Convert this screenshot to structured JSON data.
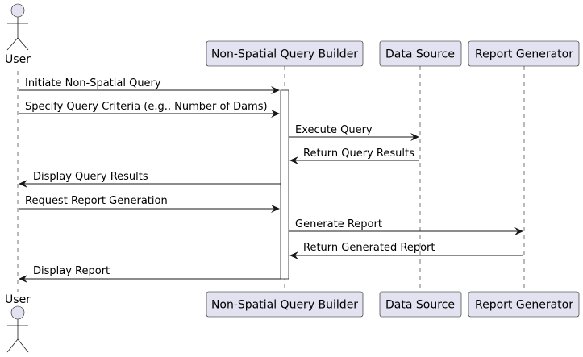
{
  "participants": [
    {
      "id": "user",
      "kind": "actor",
      "label": "User"
    },
    {
      "id": "qb",
      "kind": "participant",
      "label": "Non-Spatial Query Builder"
    },
    {
      "id": "ds",
      "kind": "participant",
      "label": "Data Source"
    },
    {
      "id": "rg",
      "kind": "participant",
      "label": "Report Generator"
    }
  ],
  "messages": [
    {
      "from": "user",
      "to": "qb",
      "label": "Initiate Non-Spatial Query"
    },
    {
      "from": "user",
      "to": "qb",
      "label": "Specify Query Criteria (e.g., Number of Dams)"
    },
    {
      "from": "qb",
      "to": "ds",
      "label": "Execute Query"
    },
    {
      "from": "ds",
      "to": "qb",
      "label": "Return Query Results"
    },
    {
      "from": "qb",
      "to": "user",
      "label": "Display Query Results"
    },
    {
      "from": "user",
      "to": "qb",
      "label": "Request Report Generation"
    },
    {
      "from": "qb",
      "to": "rg",
      "label": "Generate Report"
    },
    {
      "from": "rg",
      "to": "qb",
      "label": "Return Generated Report"
    },
    {
      "from": "qb",
      "to": "user",
      "label": "Display Report"
    }
  ],
  "activation": {
    "participant": "qb",
    "first_message": 1,
    "last_message": 9
  },
  "colors": {
    "participant_fill": "#e2e2f0",
    "border": "#181818",
    "background": "#ffffff"
  }
}
